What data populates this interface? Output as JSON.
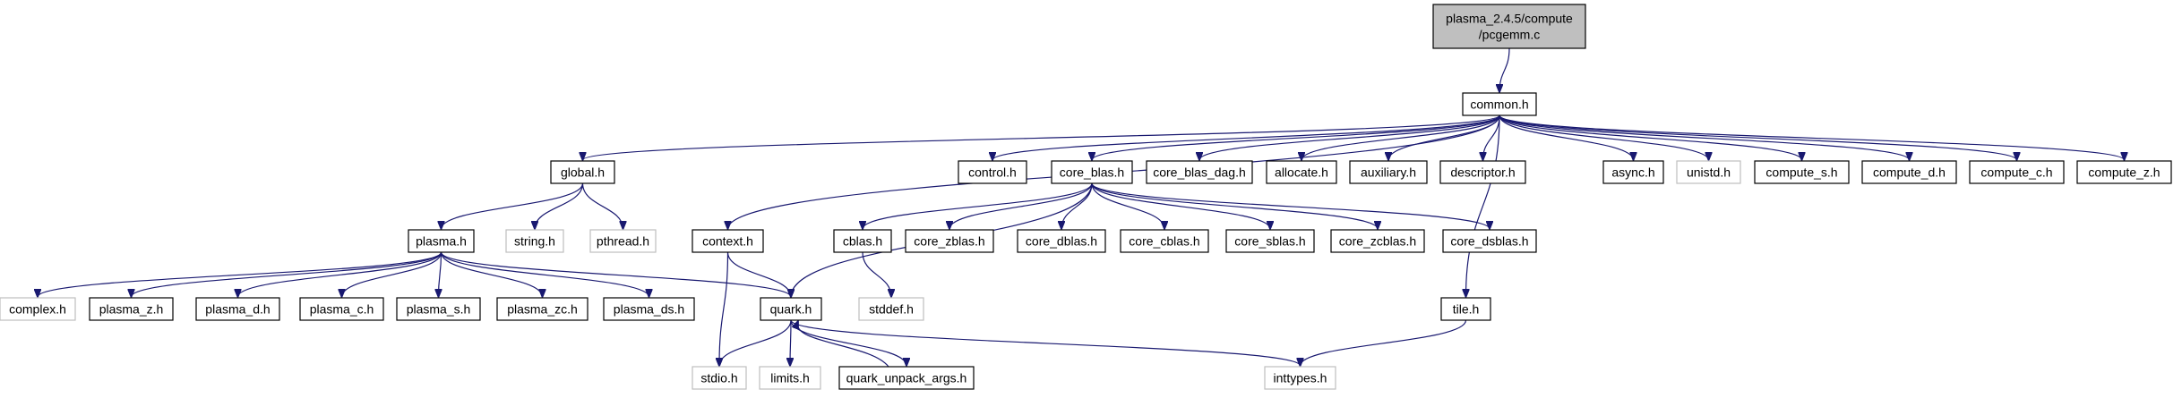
{
  "colors": {
    "edge": "#191970",
    "border": "#000000",
    "border_missing": "#bfbfbf",
    "root_fill": "#bfbfbf",
    "node_fill": "#ffffff",
    "text": "#000000"
  },
  "nodes": [
    {
      "id": "root",
      "label": [
        "plasma_2.4.5/compute",
        "/pcgemm.c"
      ],
      "kind": "root"
    },
    {
      "id": "common_h",
      "label": [
        "common.h"
      ],
      "kind": "node"
    },
    {
      "id": "global_h",
      "label": [
        "global.h"
      ],
      "kind": "node"
    },
    {
      "id": "control_h",
      "label": [
        "control.h"
      ],
      "kind": "node"
    },
    {
      "id": "core_blas_h",
      "label": [
        "core_blas.h"
      ],
      "kind": "node"
    },
    {
      "id": "core_blas_dag_h",
      "label": [
        "core_blas_dag.h"
      ],
      "kind": "node"
    },
    {
      "id": "allocate_h",
      "label": [
        "allocate.h"
      ],
      "kind": "node"
    },
    {
      "id": "auxiliary_h",
      "label": [
        "auxiliary.h"
      ],
      "kind": "node"
    },
    {
      "id": "descriptor_h",
      "label": [
        "descriptor.h"
      ],
      "kind": "node"
    },
    {
      "id": "async_h",
      "label": [
        "async.h"
      ],
      "kind": "node"
    },
    {
      "id": "unistd_h",
      "label": [
        "unistd.h"
      ],
      "kind": "missing"
    },
    {
      "id": "compute_s_h",
      "label": [
        "compute_s.h"
      ],
      "kind": "node"
    },
    {
      "id": "compute_d_h",
      "label": [
        "compute_d.h"
      ],
      "kind": "node"
    },
    {
      "id": "compute_c_h",
      "label": [
        "compute_c.h"
      ],
      "kind": "node"
    },
    {
      "id": "compute_z_h",
      "label": [
        "compute_z.h"
      ],
      "kind": "node"
    },
    {
      "id": "plasma_h",
      "label": [
        "plasma.h"
      ],
      "kind": "node"
    },
    {
      "id": "string_h",
      "label": [
        "string.h"
      ],
      "kind": "missing"
    },
    {
      "id": "pthread_h",
      "label": [
        "pthread.h"
      ],
      "kind": "missing"
    },
    {
      "id": "context_h",
      "label": [
        "context.h"
      ],
      "kind": "node"
    },
    {
      "id": "cblas_h",
      "label": [
        "cblas.h"
      ],
      "kind": "node"
    },
    {
      "id": "core_zblas_h",
      "label": [
        "core_zblas.h"
      ],
      "kind": "node"
    },
    {
      "id": "core_dblas_h",
      "label": [
        "core_dblas.h"
      ],
      "kind": "node"
    },
    {
      "id": "core_cblas_h",
      "label": [
        "core_cblas.h"
      ],
      "kind": "node"
    },
    {
      "id": "core_sblas_h",
      "label": [
        "core_sblas.h"
      ],
      "kind": "node"
    },
    {
      "id": "core_zcblas_h",
      "label": [
        "core_zcblas.h"
      ],
      "kind": "node"
    },
    {
      "id": "core_dsblas_h",
      "label": [
        "core_dsblas.h"
      ],
      "kind": "node"
    },
    {
      "id": "complex_h",
      "label": [
        "complex.h"
      ],
      "kind": "missing"
    },
    {
      "id": "plasma_z_h",
      "label": [
        "plasma_z.h"
      ],
      "kind": "node"
    },
    {
      "id": "plasma_d_h",
      "label": [
        "plasma_d.h"
      ],
      "kind": "node"
    },
    {
      "id": "plasma_c_h",
      "label": [
        "plasma_c.h"
      ],
      "kind": "node"
    },
    {
      "id": "plasma_s_h",
      "label": [
        "plasma_s.h"
      ],
      "kind": "node"
    },
    {
      "id": "plasma_zc_h",
      "label": [
        "plasma_zc.h"
      ],
      "kind": "node"
    },
    {
      "id": "plasma_ds_h",
      "label": [
        "plasma_ds.h"
      ],
      "kind": "node"
    },
    {
      "id": "quark_h",
      "label": [
        "quark.h"
      ],
      "kind": "node"
    },
    {
      "id": "stddef_h",
      "label": [
        "stddef.h"
      ],
      "kind": "missing"
    },
    {
      "id": "tile_h",
      "label": [
        "tile.h"
      ],
      "kind": "node"
    },
    {
      "id": "stdio_h",
      "label": [
        "stdio.h"
      ],
      "kind": "missing"
    },
    {
      "id": "limits_h",
      "label": [
        "limits.h"
      ],
      "kind": "missing"
    },
    {
      "id": "quark_unpack_args_h",
      "label": [
        "quark_unpack_args.h"
      ],
      "kind": "node"
    },
    {
      "id": "inttypes_h",
      "label": [
        "inttypes.h"
      ],
      "kind": "missing"
    }
  ],
  "edges": [
    [
      "root",
      "common_h"
    ],
    [
      "common_h",
      "global_h"
    ],
    [
      "common_h",
      "context_h"
    ],
    [
      "common_h",
      "control_h"
    ],
    [
      "common_h",
      "core_blas_h"
    ],
    [
      "common_h",
      "core_blas_dag_h"
    ],
    [
      "common_h",
      "allocate_h"
    ],
    [
      "common_h",
      "auxiliary_h"
    ],
    [
      "common_h",
      "descriptor_h"
    ],
    [
      "common_h",
      "tile_h"
    ],
    [
      "common_h",
      "async_h"
    ],
    [
      "common_h",
      "unistd_h"
    ],
    [
      "common_h",
      "compute_s_h"
    ],
    [
      "common_h",
      "compute_d_h"
    ],
    [
      "common_h",
      "compute_c_h"
    ],
    [
      "common_h",
      "compute_z_h"
    ],
    [
      "global_h",
      "plasma_h"
    ],
    [
      "global_h",
      "string_h"
    ],
    [
      "global_h",
      "pthread_h"
    ],
    [
      "plasma_h",
      "complex_h"
    ],
    [
      "plasma_h",
      "plasma_z_h"
    ],
    [
      "plasma_h",
      "plasma_d_h"
    ],
    [
      "plasma_h",
      "plasma_c_h"
    ],
    [
      "plasma_h",
      "plasma_s_h"
    ],
    [
      "plasma_h",
      "plasma_zc_h"
    ],
    [
      "plasma_h",
      "plasma_ds_h"
    ],
    [
      "plasma_h",
      "quark_h"
    ],
    [
      "context_h",
      "quark_h"
    ],
    [
      "context_h",
      "stdio_h"
    ],
    [
      "core_blas_h",
      "quark_h"
    ],
    [
      "core_blas_h",
      "cblas_h"
    ],
    [
      "core_blas_h",
      "core_zblas_h"
    ],
    [
      "core_blas_h",
      "core_dblas_h"
    ],
    [
      "core_blas_h",
      "core_cblas_h"
    ],
    [
      "core_blas_h",
      "core_sblas_h"
    ],
    [
      "core_blas_h",
      "core_zcblas_h"
    ],
    [
      "core_blas_h",
      "core_dsblas_h"
    ],
    [
      "cblas_h",
      "stddef_h"
    ],
    [
      "quark_h",
      "stdio_h"
    ],
    [
      "quark_h",
      "limits_h"
    ],
    [
      "quark_h",
      "quark_unpack_args_h"
    ],
    [
      "quark_h",
      "inttypes_h"
    ],
    [
      "quark_unpack_args_h",
      "quark_h"
    ],
    [
      "tile_h",
      "inttypes_h"
    ]
  ]
}
